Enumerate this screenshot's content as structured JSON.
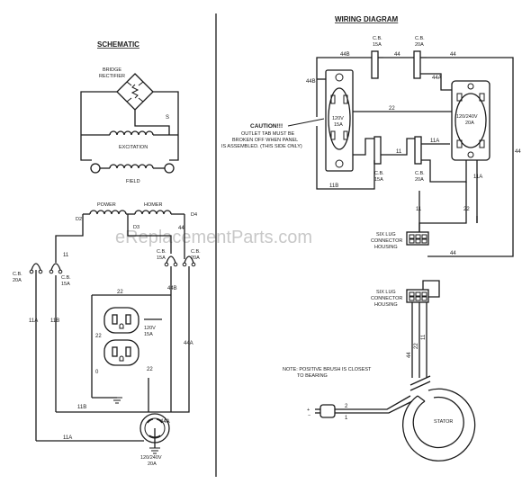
{
  "watermark": "eReplacementParts.com",
  "schematic": {
    "title": "SCHEMATIC",
    "bridge_rectifier": "BRIDGE\nRECTIFIER",
    "excitation": "EXCITATION",
    "field": "FIELD",
    "power": "POWER",
    "homer": "HOMER",
    "d2": "D2",
    "d3": "D3",
    "d4": "D4",
    "cb_left_a": "C.B.\n20A",
    "cb_left_b": "C.B.\n15A",
    "cb_mid_a": "C.B.\n15A",
    "cb_mid_b": "C.B.\n20A",
    "outlet_120": "120V\n15A",
    "outlet_240": "120/240V\n20A",
    "wires": {
      "w11": "11",
      "w11a": "11A",
      "w11b": "11B",
      "w22": "22",
      "w44": "44",
      "w44a": "44A",
      "w44b": "44B",
      "w0": "0"
    }
  },
  "wiring": {
    "title": "WIRING DIAGRAM",
    "cb_top_a": "C.B.\n15A",
    "cb_top_b": "C.B.\n20A",
    "cb_bot_a": "C.B.\n15A",
    "cb_bot_b": "C.B.\n20A",
    "outlet_120": "120V\n15A",
    "outlet_240": "120/240V\n20A",
    "caution_title": "CAUTION!!!",
    "caution_text": "OUTLET TAB MUST BE\nBROKEN OFF WHEN PANEL\nIS ASSEMBLED. (THIS SIDE ONLY)",
    "six_lug_1": "SIX LUG\nCONNECTOR\nHOUSING",
    "six_lug_2": "SIX LUG\nCONNECTOR\nHOUSING",
    "note": "NOTE: POSITIVE BRUSH IS CLOSEST\nTO BEARING",
    "stator": "STATOR",
    "wires": {
      "w44": "44",
      "w44a": "44A",
      "w44b": "44B",
      "w22": "22",
      "w11": "11",
      "w11a": "11A",
      "w11b": "11B"
    }
  }
}
